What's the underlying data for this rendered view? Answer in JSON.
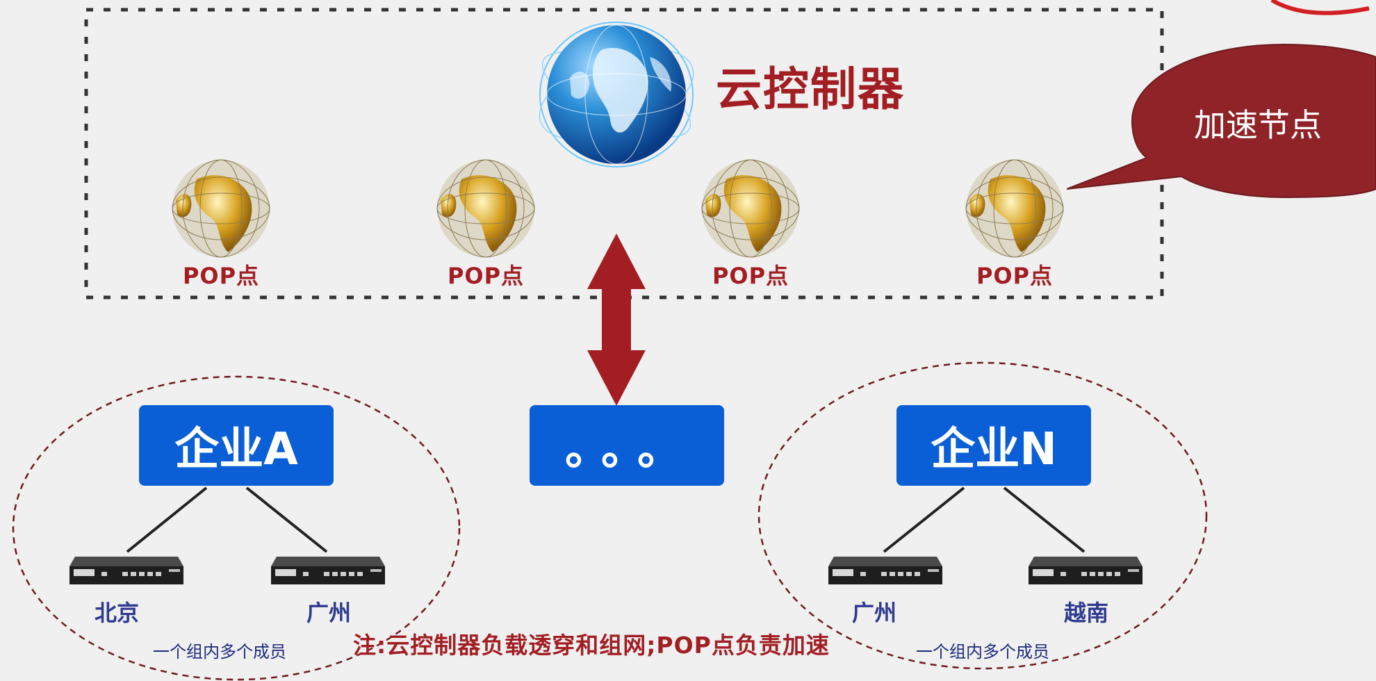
{
  "controller": {
    "title": "云控制器",
    "icon": "blue-globe-icon"
  },
  "pop_points": [
    {
      "label": "POP点",
      "icon": "gold-globe-icon"
    },
    {
      "label": "POP点",
      "icon": "gold-globe-icon"
    },
    {
      "label": "POP点",
      "icon": "gold-globe-icon"
    },
    {
      "label": "POP点",
      "icon": "gold-globe-icon"
    }
  ],
  "callout": {
    "text": "加速节点"
  },
  "connector": {
    "icon": "double-arrow-icon"
  },
  "enterprises": [
    {
      "name": "企业A",
      "sites": [
        "北京",
        "广州"
      ],
      "group_note": "一个组内多个成员"
    },
    {
      "name": "。。。"
    },
    {
      "name": "企业N",
      "sites": [
        "广州",
        "越南"
      ],
      "group_note": "一个组内多个成员"
    }
  ],
  "device_icon": "router-device-icon",
  "footnote": "注:云控制器负载透穿和组网;POP点负责加速",
  "colors": {
    "background": "#f0f0f0",
    "accent_red": "#a21e23",
    "enterprise_blue": "#0a5ed6",
    "callout_red": "#8f2328",
    "site_label_blue": "#2e3b8f",
    "note_navy": "#1c2a7a"
  }
}
